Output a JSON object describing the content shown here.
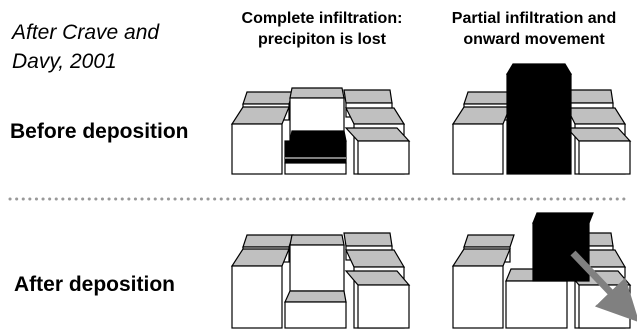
{
  "credit": {
    "line1": "After Crave and",
    "line2": "Davy, 2001"
  },
  "columns": [
    {
      "line1": "Complete infiltration:",
      "line2": "precipiton is lost"
    },
    {
      "line1": "Partial infiltration and",
      "line2": "onward movement"
    }
  ],
  "rows": [
    {
      "label": "Before deposition"
    },
    {
      "label": "After deposition"
    }
  ],
  "colors": {
    "top_face": "#c0c0c0",
    "front_face": "#ffffff",
    "precipiton": "#000000",
    "arrow": "#808080",
    "separator": "#999999"
  }
}
